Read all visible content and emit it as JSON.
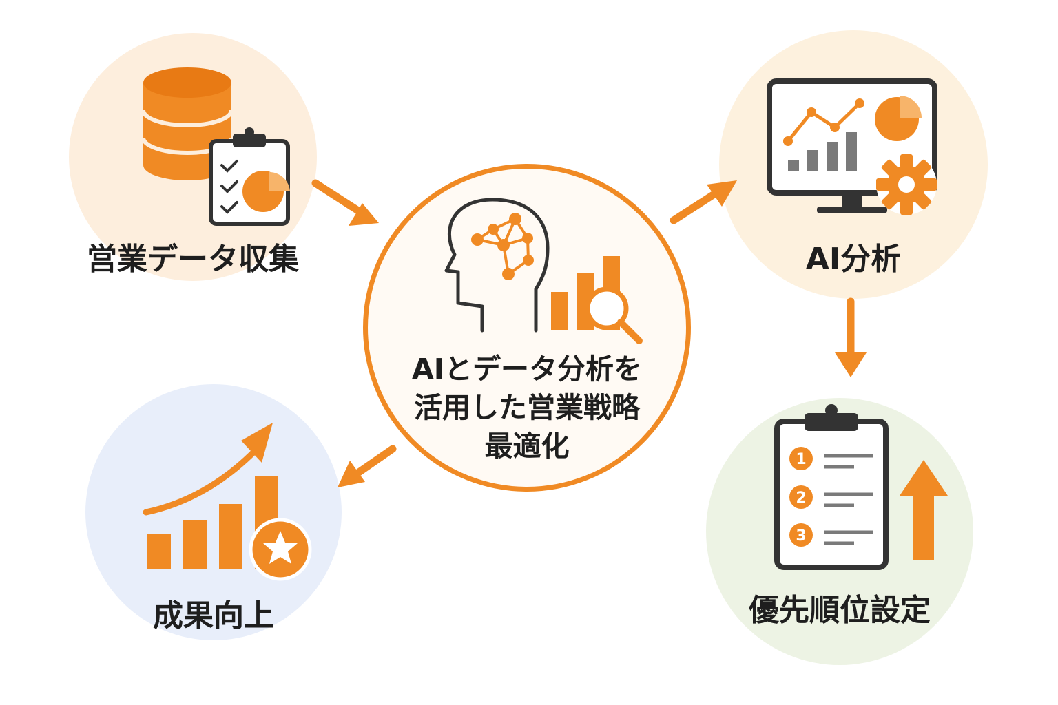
{
  "colors": {
    "accent": "#f08a24",
    "accent_light": "#f7b46a",
    "dark": "#333333",
    "gray": "#7a7a7a",
    "bg_collect": "#fdeedd",
    "bg_analysis": "#fdf1de",
    "bg_priority": "#edf3e4",
    "bg_result": "#e8eefa",
    "center_fill": "#fffaf4"
  },
  "center": {
    "line1": "AIとデータ分析を",
    "line2": "活用した営業戦略",
    "line3": "最適化",
    "icon": "ai-head-analytics-icon"
  },
  "nodes": {
    "collect": {
      "label": "営業データ収集",
      "icon": "database-clipboard-icon"
    },
    "analysis": {
      "label": "AI分析",
      "icon": "monitor-analytics-icon"
    },
    "priority": {
      "label": "優先順位設定",
      "icon": "ranked-clipboard-icon",
      "items": [
        "1",
        "2",
        "3"
      ]
    },
    "result": {
      "label": "成果向上",
      "icon": "growth-chart-star-icon"
    }
  }
}
